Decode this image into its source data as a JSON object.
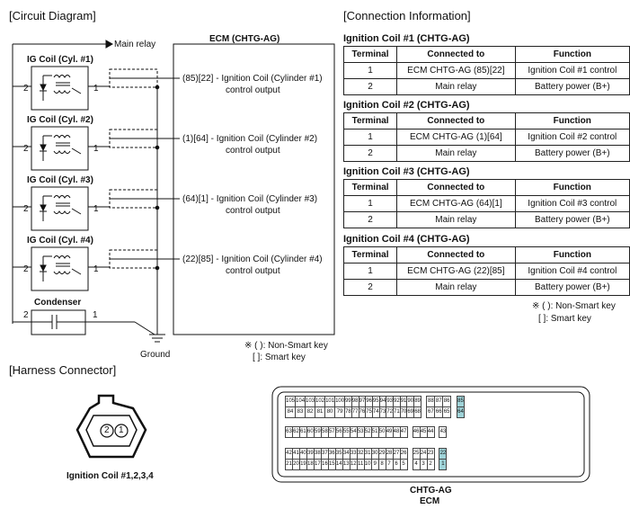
{
  "headers": {
    "circuit": "[Circuit Diagram]",
    "connection": "[Connection Information]",
    "harness": "[Harness Connector]"
  },
  "circuit": {
    "main_relay": "Main relay",
    "ecm_title": "ECM (CHTG-AG)",
    "coils": [
      {
        "title": "IG Coil (Cyl. #1)",
        "pin_left": "2",
        "pin_right": "1",
        "ecm_line1": "(85)[22] - Ignition Coil (Cylinder #1)",
        "ecm_line2": "control output"
      },
      {
        "title": "IG Coil (Cyl. #2)",
        "pin_left": "2",
        "pin_right": "1",
        "ecm_line1": "(1)[64] - Ignition Coil (Cylinder #2)",
        "ecm_line2": "control output"
      },
      {
        "title": "IG Coil (Cyl. #3)",
        "pin_left": "2",
        "pin_right": "1",
        "ecm_line1": "(64)[1] - Ignition Coil (Cylinder #3)",
        "ecm_line2": "control output"
      },
      {
        "title": "IG Coil (Cyl. #4)",
        "pin_left": "2",
        "pin_right": "1",
        "ecm_line1": "(22)[85] - Ignition Coil (Cylinder #4)",
        "ecm_line2": "control output"
      }
    ],
    "condenser": {
      "title": "Condenser",
      "pin_left": "2",
      "pin_right": "1"
    },
    "ground": "Ground",
    "legend_nonsmart": "※ ( ): Non-Smart key",
    "legend_smart": "[ ]: Smart key"
  },
  "connection": {
    "columns": [
      "Terminal",
      "Connected to",
      "Function"
    ],
    "tables": [
      {
        "title": "Ignition Coil #1 (CHTG-AG)",
        "rows": [
          [
            "1",
            "ECM CHTG-AG (85)[22]",
            "Ignition Coil #1 control"
          ],
          [
            "2",
            "Main relay",
            "Battery power (B+)"
          ]
        ]
      },
      {
        "title": "Ignition Coil #2 (CHTG-AG)",
        "rows": [
          [
            "1",
            "ECM CHTG-AG (1)[64]",
            "Ignition Coil #2 control"
          ],
          [
            "2",
            "Main relay",
            "Battery power (B+)"
          ]
        ]
      },
      {
        "title": "Ignition Coil #3 (CHTG-AG)",
        "rows": [
          [
            "1",
            "ECM CHTG-AG (64)[1]",
            "Ignition Coil #3 control"
          ],
          [
            "2",
            "Main relay",
            "Battery power (B+)"
          ]
        ]
      },
      {
        "title": "Ignition Coil #4 (CHTG-AG)",
        "rows": [
          [
            "1",
            "ECM CHTG-AG (22)[85]",
            "Ignition Coil #4 control"
          ],
          [
            "2",
            "Main relay",
            "Battery power (B+)"
          ]
        ]
      }
    ],
    "legend_nonsmart": "※ ( ): Non-Smart key",
    "legend_smart": "[ ]: Smart key"
  },
  "harness": {
    "coil_pin_left": "2",
    "coil_pin_right": "1",
    "coil_caption": "Ignition Coil #1,2,3,4",
    "ecm_caption_line1": "CHTG-AG",
    "ecm_caption_line2": "ECM",
    "highlight_color": "#9fd3d8",
    "ecm_rows": [
      {
        "main": [
          "105",
          "104",
          "103",
          "102",
          "101",
          "100",
          "99",
          "98",
          "97",
          "96",
          "95",
          "94",
          "93",
          "92",
          "91",
          "90",
          "89"
        ],
        "side": [
          "88",
          "87",
          "86"
        ],
        "end": "85"
      },
      {
        "main": [
          "84",
          "83",
          "82",
          "81",
          "80",
          "79",
          "78",
          "77",
          "76",
          "75",
          "74",
          "73",
          "72",
          "71",
          "70",
          "69",
          "68"
        ],
        "side": [
          "67",
          "66",
          "65"
        ],
        "end": "64"
      },
      {
        "main": [
          "63",
          "62",
          "61",
          "60",
          "59",
          "58",
          "57",
          "56",
          "55",
          "54",
          "53",
          "52",
          "51",
          "50",
          "49",
          "48",
          "47"
        ],
        "side": [
          "46",
          "45",
          "44"
        ],
        "end": "43"
      },
      {
        "main": [
          "42",
          "41",
          "40",
          "39",
          "38",
          "37",
          "36",
          "35",
          "34",
          "33",
          "32",
          "31",
          "30",
          "29",
          "28",
          "27",
          "26"
        ],
        "side": [
          "25",
          "24",
          "23"
        ],
        "end": "22"
      },
      {
        "main": [
          "21",
          "20",
          "19",
          "18",
          "17",
          "16",
          "15",
          "14",
          "13",
          "12",
          "11",
          "10",
          "9",
          "8",
          "7",
          "6",
          "5"
        ],
        "side": [
          "4",
          "3",
          "2"
        ],
        "end": "1"
      }
    ]
  }
}
